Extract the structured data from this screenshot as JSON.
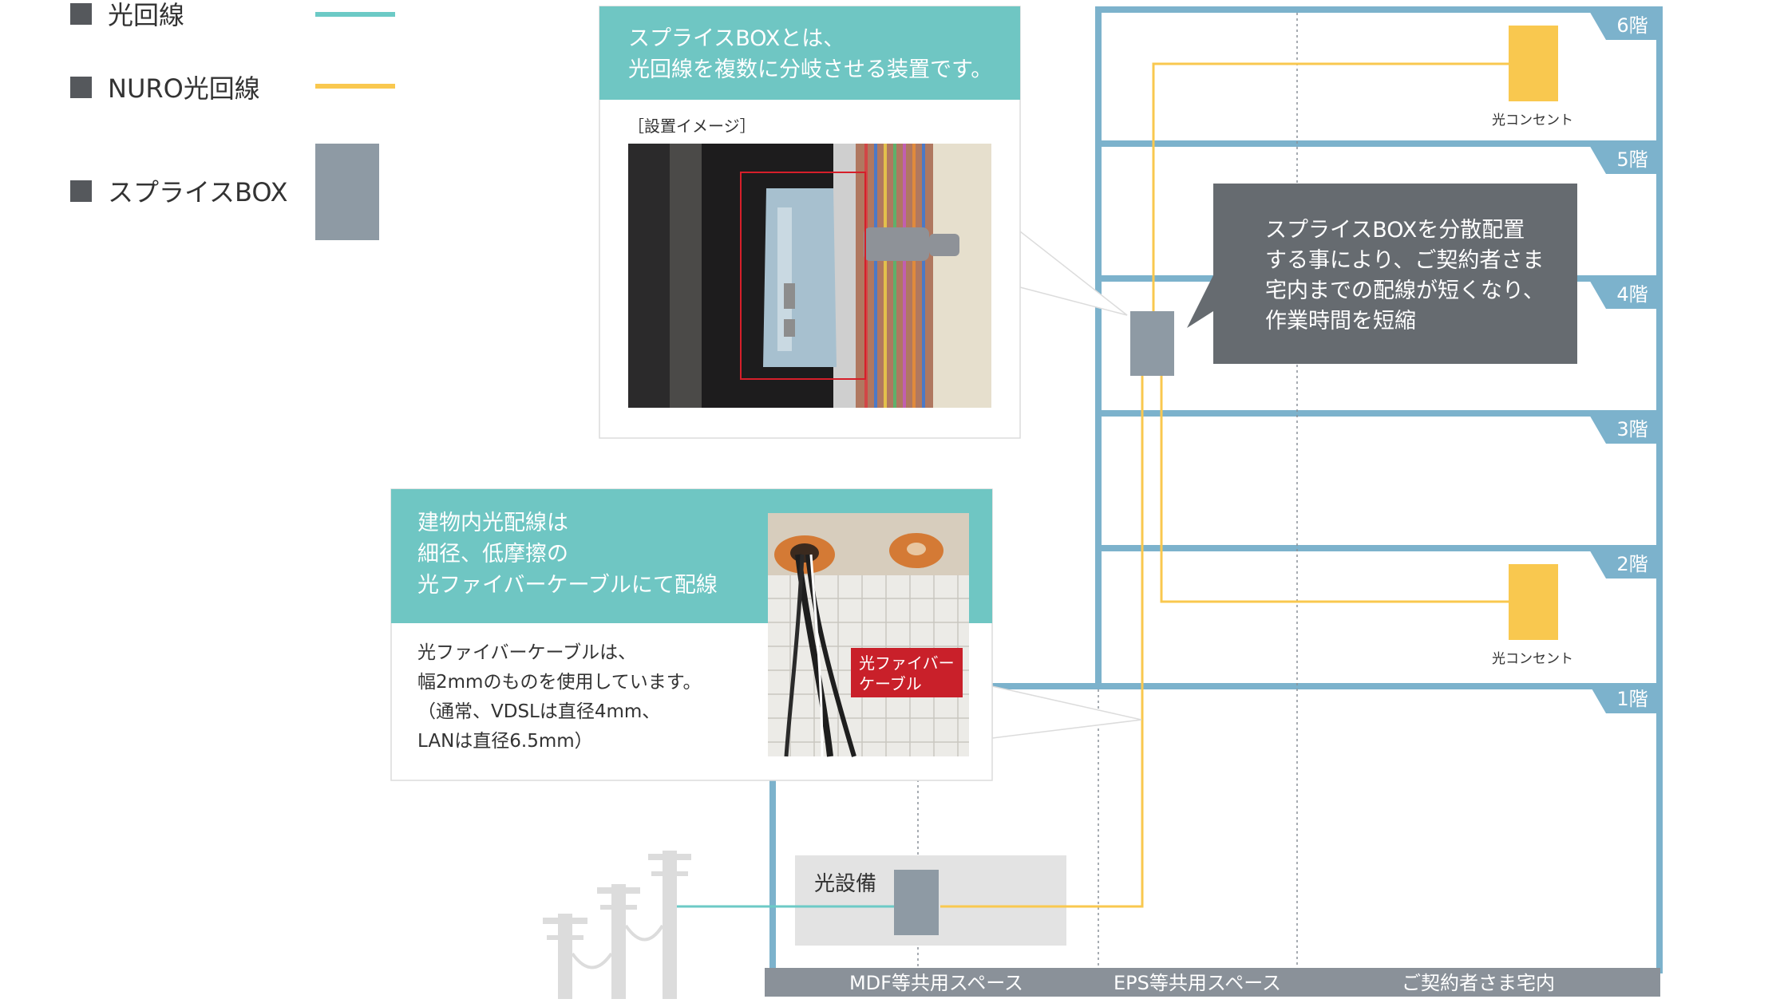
{
  "legend": {
    "fiber_label": "光回線",
    "nuro_label": "NURO光回線",
    "splice_label": "スプライスBOX",
    "fiber_color": "#6ccac6",
    "nuro_color": "#f9c84f",
    "splice_color": "#8e9aa4"
  },
  "floors": [
    "6階",
    "5階",
    "4階",
    "3階",
    "2階",
    "1階"
  ],
  "outlets": {
    "top_label": "光コンセント",
    "bottom_label": "光コンセント"
  },
  "callout_splice": {
    "title_line1": "スプライスBOXとは、",
    "title_line2": "光回線を複数に分岐させる装置です。",
    "caption": "［設置イメージ］"
  },
  "callout_distribution": {
    "line1": "スプライスBOXを分散配置",
    "line2": "する事により、ご契約者さま",
    "line3": "宅内までの配線が短くなり、",
    "line4": "作業時間を短縮"
  },
  "callout_cable": {
    "title_line1": "建物内光配線は",
    "title_line2": "細径、低摩擦の",
    "title_line3": "光ファイバーケーブルにて配線",
    "body_line1": "光ファイバーケーブルは、",
    "body_line2": "幅2mmのものを使用しています。",
    "body_line3": "（通常、VDSLは直径4mm、",
    "body_line4": "LANは直径6.5mm）",
    "photo_tag_line1": "光ファイバー",
    "photo_tag_line2": "ケーブル"
  },
  "equipment": {
    "label": "光設備"
  },
  "zones": [
    "MDF等共用スペース",
    "EPS等共用スペース",
    "ご契約者さま宅内"
  ],
  "colors": {
    "building": "#7cb2cc",
    "teal": "#6fc6c3",
    "dark_gray": "#666b70",
    "zone_bar": "#8a9199",
    "equipment_bg": "#e3e3e3",
    "pole": "#dcdcdc"
  }
}
